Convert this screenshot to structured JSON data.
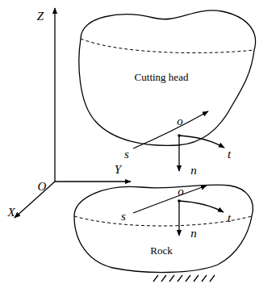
{
  "diagram": {
    "nodes": [
      {
        "text": [
          "Cutting head"
        ]
      },
      {
        "text": [
          "Rock"
        ]
      }
    ],
    "labels": [
      "Z",
      "Y",
      "O",
      "X",
      "o",
      "s",
      "t",
      "n",
      "o",
      "s",
      "t",
      "n"
    ]
  }
}
